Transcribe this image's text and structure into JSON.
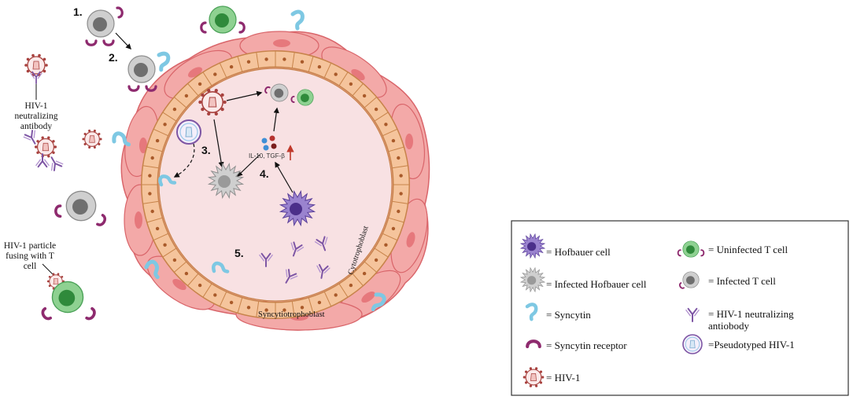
{
  "labels": {
    "step1": "1.",
    "step2": "2.",
    "step3": "3.",
    "step4": "4.",
    "step5": "5.",
    "cytokines": "IL-10, TGF-β",
    "cytotrophoblast": "Cytotrophoblast",
    "syncytiotrophoblast": "Syncytiotrophoblast",
    "antibody_note": [
      "HIV-1",
      "neutralizing",
      "antibody"
    ],
    "fusing_note": [
      "HIV-1 particle",
      "fusing with T",
      "cell"
    ]
  },
  "legend": {
    "hofbauer": "= Hofbauer cell",
    "infected_hofbauer": "= Infected Hofbauer cell",
    "syncytin": "= Syncytin",
    "syncytin_receptor": "= Syncytin receptor",
    "hiv1": "= HIV-1",
    "uninfected_t": "= Uninfected T cell",
    "infected_t": "= Infected T cell",
    "neutralizing_ab": [
      "= HIV-1 neutralizing",
      "antiobody"
    ],
    "pseudotyped": "=Pseudotyped HIV-1"
  },
  "colors": {
    "syncytio_fill": "#f3a9a8",
    "syncytio_stroke": "#d9656a",
    "nucleus": "#e6787c",
    "cyto_fill": "#f5c49c",
    "cyto_stroke": "#c7834a",
    "lumen": "#f8e1e3",
    "t_cell_gray": "#b3b3b3",
    "t_cell_green": "#5cb865",
    "receptor": "#8e2a6e",
    "syncytin": "#7ec8e3",
    "hofbauer": "#7a5fb3",
    "virus": "#a8423f",
    "antibody": "#7d55a4"
  }
}
